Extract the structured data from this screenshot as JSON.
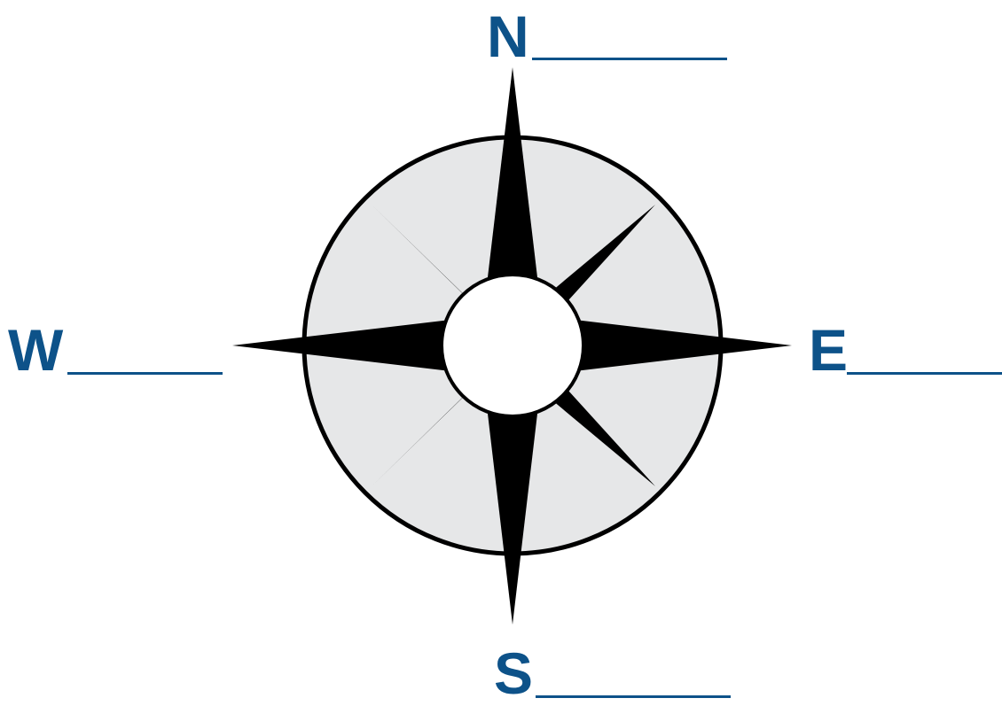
{
  "labels": {
    "north": "N",
    "south": "S",
    "east": "E",
    "west": "W"
  },
  "colors": {
    "label": "#0d5289",
    "ring_fill": "#e6e7e8",
    "star": "#000000",
    "center": "#ffffff"
  }
}
